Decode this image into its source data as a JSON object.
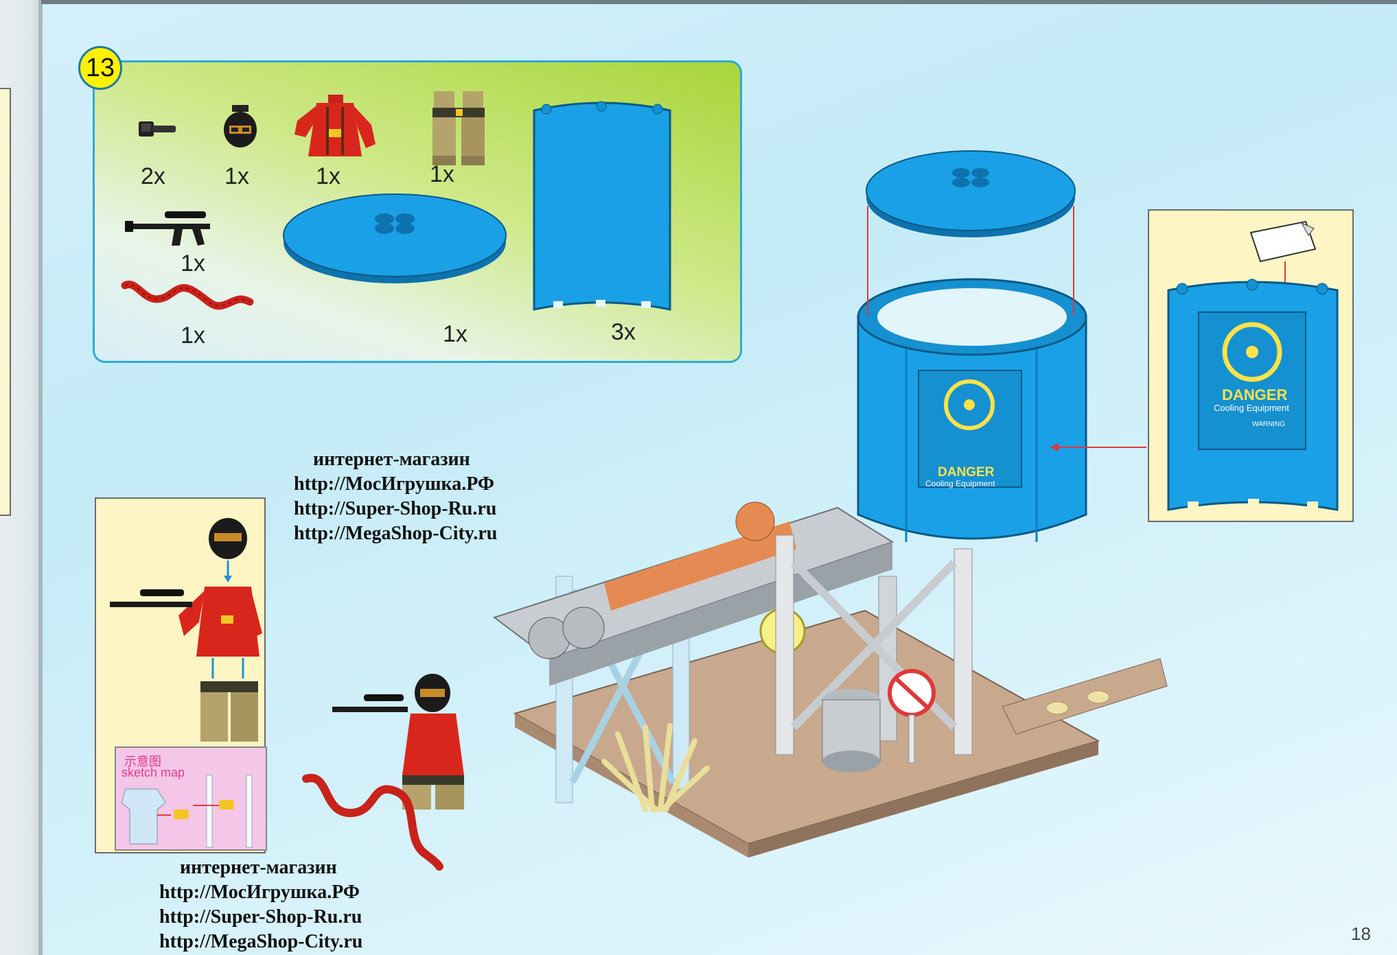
{
  "step": {
    "number": "13"
  },
  "parts": {
    "quantities": [
      "2x",
      "1x",
      "1x",
      "1x",
      "1x",
      "1x",
      "1x",
      "3x"
    ]
  },
  "sketch": {
    "title_cn": "示意图",
    "title_en": "sketch map"
  },
  "sticker": {
    "danger": "DANGER",
    "subtitle": "Cooling Equipment",
    "warning": "WARNING"
  },
  "watermark": {
    "lines": [
      "интернет-магазин",
      "http://МосИгрушка.РФ",
      "http://Super-Shop-Ru.ru",
      "http://MegaShop-City.ru"
    ]
  },
  "page": {
    "number": "18"
  },
  "colors": {
    "brick_blue": "#1aa0e6",
    "brick_red": "#d9261c",
    "brick_tan": "#b5a36c",
    "guide_arrow": "#e0383b",
    "badge_yellow": "#fff200",
    "hazard_yellow": "#ffe24a"
  }
}
